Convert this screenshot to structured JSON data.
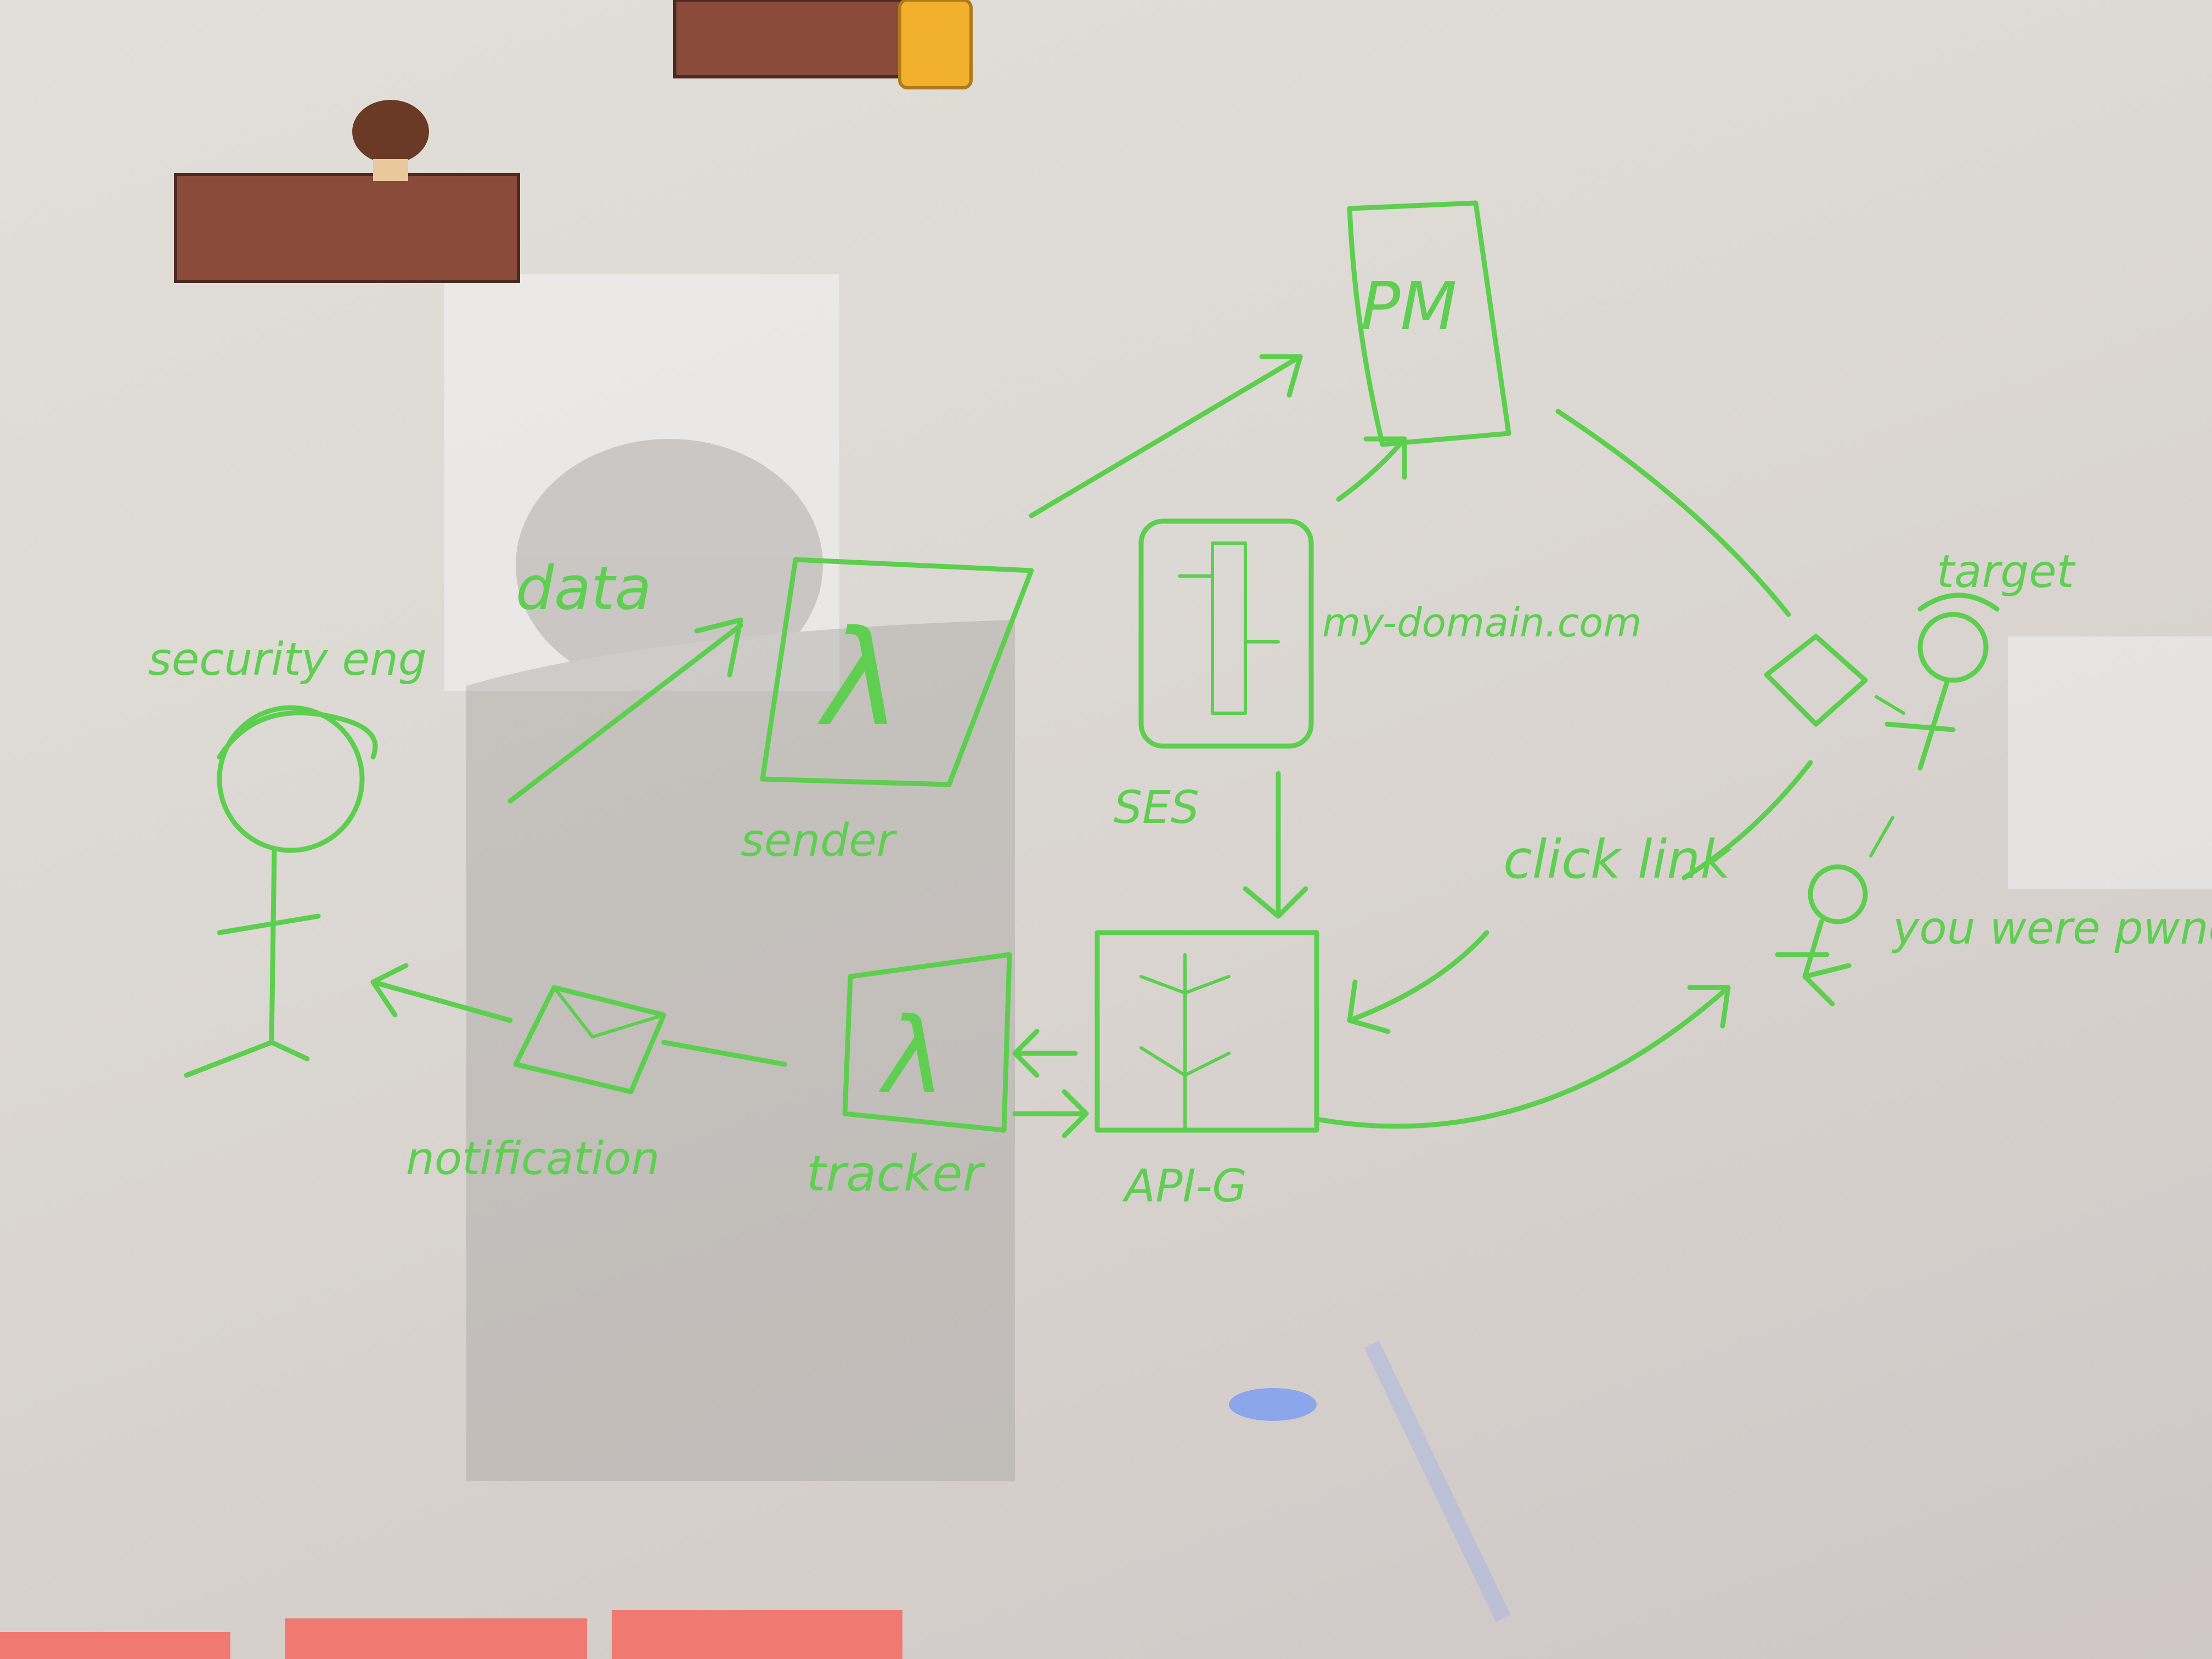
{
  "labels": {
    "actor_left": "security eng",
    "data_arrow": "data",
    "sender": "sender",
    "pm": "PM",
    "domain": "my-domain.com",
    "ses": "SES",
    "tracker": "tracker",
    "api": "API-G",
    "notification": "notification",
    "click_link": "click link",
    "target": "target",
    "pwned": "you were pwned!"
  },
  "glyphs": {
    "lambda": "λ"
  },
  "colors": {
    "ink": "#5ccf4e",
    "board": "#dcd8d3",
    "brick": "#8a4b3a",
    "question_block": "#f2b12c",
    "sticky_note": "#f07a72"
  }
}
